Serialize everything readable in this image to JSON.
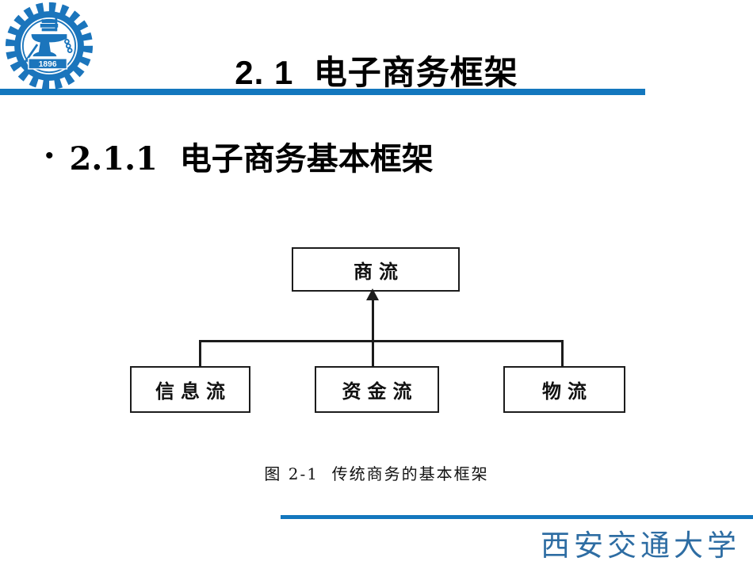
{
  "slide": {
    "title": "2. 1  电子商务框架",
    "bullet": {
      "marker": "•",
      "text": "2.1.1  电子商务基本框架"
    },
    "figure": {
      "caption": "图 2-1  传统商务的基本框架"
    },
    "footer": {
      "university": "西安交通大学"
    },
    "logo": {
      "year": "1896"
    }
  },
  "diagram": {
    "type": "tree",
    "root": {
      "label": "商流"
    },
    "children": [
      {
        "label": "信息流"
      },
      {
        "label": "资金流"
      },
      {
        "label": "物流"
      }
    ],
    "arrow_direction": "up"
  },
  "colors": {
    "accent_blue": "#1377BE",
    "logo_blue": "#1B75BC",
    "footer_text_blue": "#2E6DA3",
    "diagram_line": "#1C1C1C"
  }
}
